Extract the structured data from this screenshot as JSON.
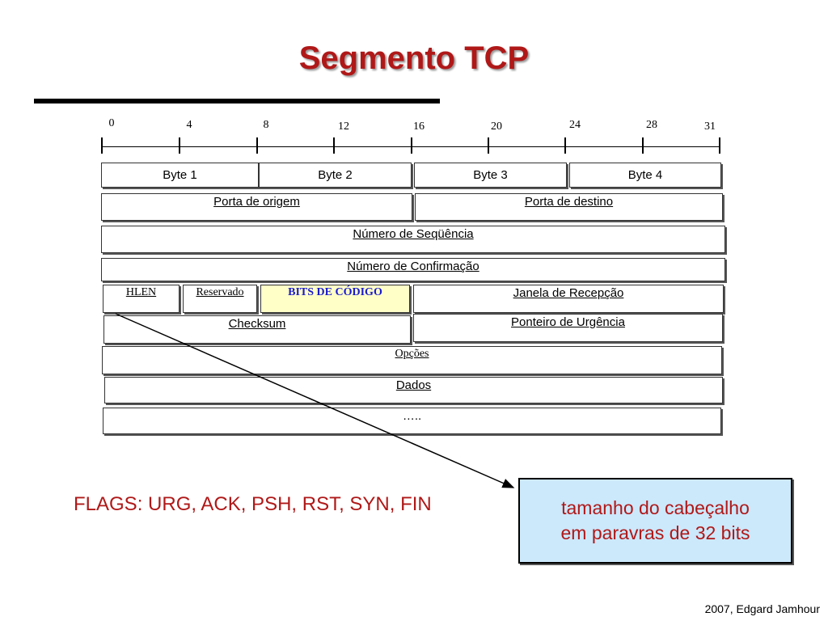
{
  "title": "Segmento TCP",
  "ruler": {
    "ticks": [
      "0",
      "4",
      "8",
      "12",
      "16",
      "20",
      "24",
      "28",
      "31"
    ]
  },
  "bytes": [
    "Byte 1",
    "Byte 2",
    "Byte 3",
    "Byte 4"
  ],
  "fields": {
    "porta_origem": "Porta de origem",
    "porta_destino": "Porta de destino",
    "numero_sequencia": "Número de Seqüência",
    "numero_confirmacao": "Número de Confirmação",
    "hlen": "HLEN",
    "reservado": "Reservado",
    "bits_codigo": "BITS DE CÓDIGO",
    "janela": "Janela de Recepção",
    "checksum": "Checksum",
    "ponteiro_urgencia": "Ponteiro de Urgência",
    "opcoes": "Opções",
    "dados": "Dados",
    "reticencias": "….."
  },
  "callout": {
    "line1": "tamanho do cabeçalho",
    "line2": "em paravras de 32 bits"
  },
  "flags": "FLAGS: URG, ACK, PSH, RST, SYN, FIN",
  "footer": "2007, Edgard Jamhour",
  "colors": {
    "title": "#b01818",
    "callout_bg": "#cce8fb",
    "bits_bg": "#ffffc8",
    "bits_text": "#1a1ad0"
  }
}
